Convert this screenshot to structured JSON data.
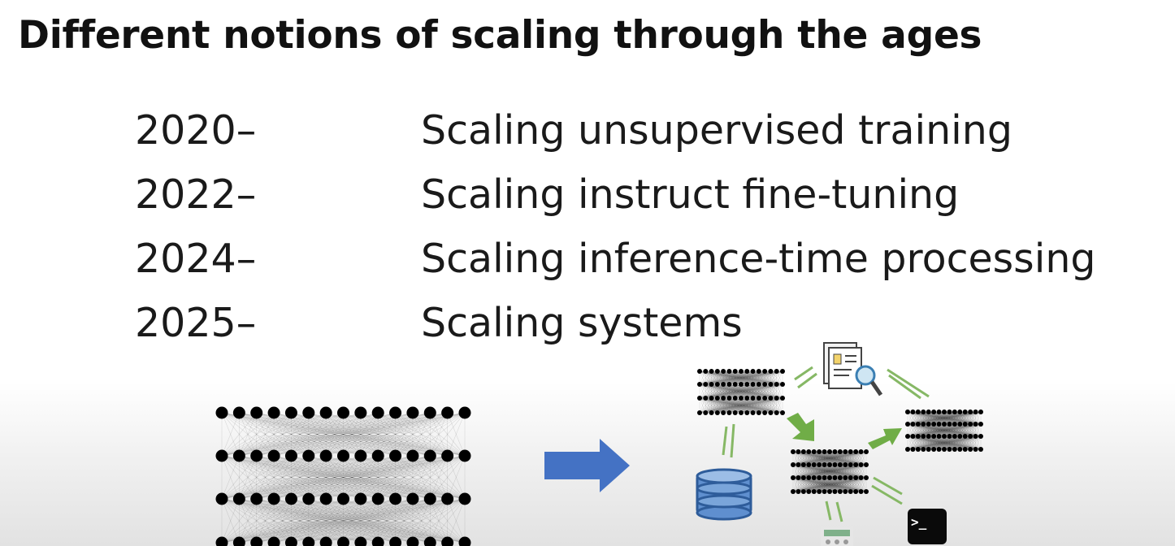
{
  "slide": {
    "title": "Different notions of scaling through the ages",
    "rows": [
      {
        "year": "2020–",
        "text": "Scaling unsupervised training"
      },
      {
        "year": "2022–",
        "text": "Scaling instruct fine-tuning"
      },
      {
        "year": "2024–",
        "text": "Scaling inference-time processing"
      },
      {
        "year": "2025–",
        "text": "Scaling systems"
      }
    ]
  },
  "colors": {
    "arrow_blue": "#4472c4",
    "arrow_green": "#70ad47",
    "db_blue": "#2e5c9a"
  },
  "icons": [
    "neural-network-icon",
    "right-arrow-icon",
    "document-search-icon",
    "database-icon",
    "terminal-icon",
    "calculator-icon"
  ]
}
